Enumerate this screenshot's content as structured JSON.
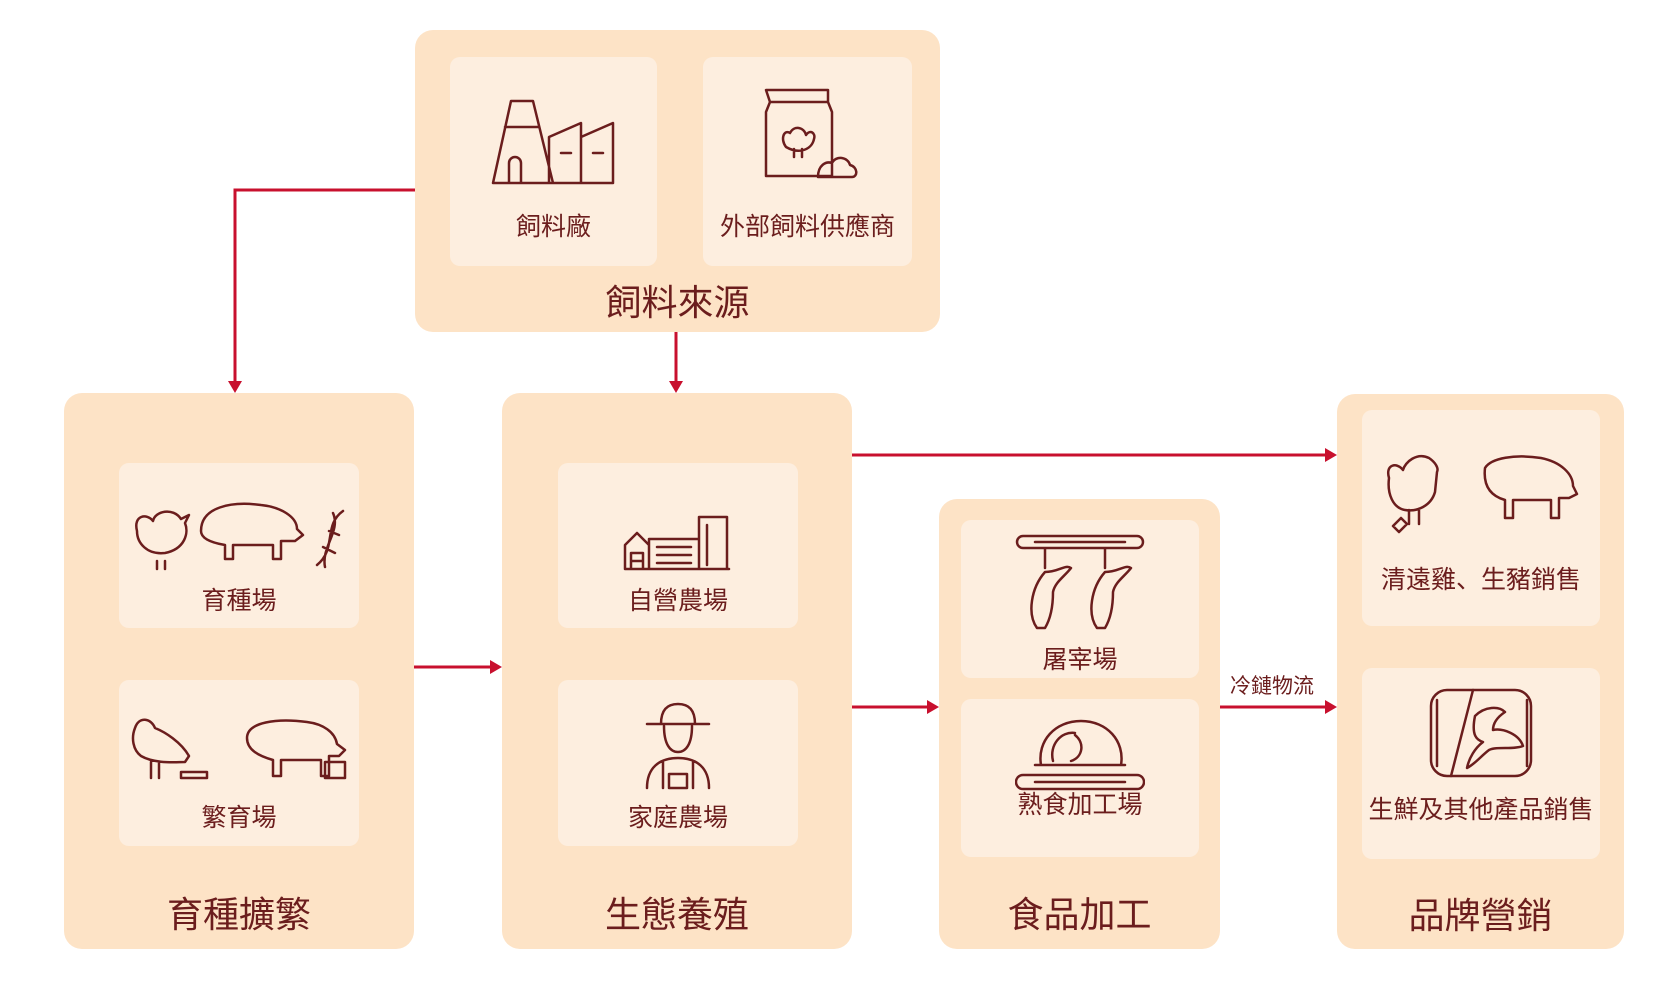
{
  "feed": {
    "title": "飼料來源",
    "items": [
      {
        "label": "飼料廠",
        "icon": "factory-icon"
      },
      {
        "label": "外部飼料供應商",
        "icon": "feed-bag-icon"
      }
    ]
  },
  "breeding": {
    "title": "育種擴繁",
    "items": [
      {
        "label": "育種場",
        "icon": "chicken-pig-dna-icon"
      },
      {
        "label": "繁育場",
        "icon": "chicken-pig-feeding-icon"
      }
    ]
  },
  "farming": {
    "title": "生態養殖",
    "items": [
      {
        "label": "自營農場",
        "icon": "farm-buildings-icon"
      },
      {
        "label": "家庭農場",
        "icon": "farmer-icon"
      }
    ]
  },
  "processing": {
    "title": "食品加工",
    "items": [
      {
        "label": "屠宰場",
        "icon": "hanging-poultry-icon"
      },
      {
        "label": "熟食加工場",
        "icon": "cooked-chicken-icon"
      }
    ]
  },
  "marketing": {
    "title": "品牌營銷",
    "items": [
      {
        "label": "清遠雞、生豬銷售",
        "icon": "chicken-pig-tag-icon"
      },
      {
        "label": "生鮮及其他產品銷售",
        "icon": "packaged-meat-icon"
      }
    ]
  },
  "flow_labels": {
    "cold_chain": "冷鏈物流"
  },
  "colors": {
    "card": "#fde3c6",
    "inner": "#fdeedf",
    "text": "#6b1d1d",
    "arrow": "#c8102e"
  }
}
